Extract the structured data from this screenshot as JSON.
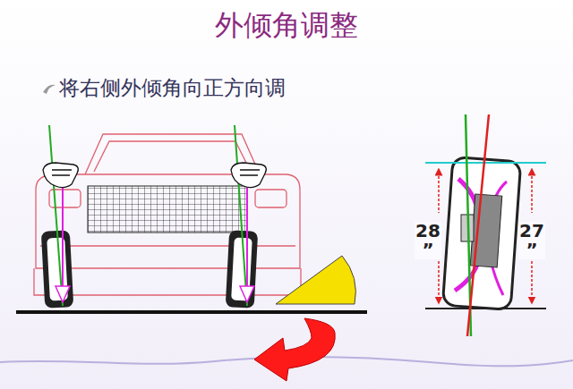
{
  "diagram": {
    "title": "外倾角调整",
    "labels": [
      "将右侧外倾角向正方向调",
      "28 ”",
      "27 ”"
    ]
  }
}
